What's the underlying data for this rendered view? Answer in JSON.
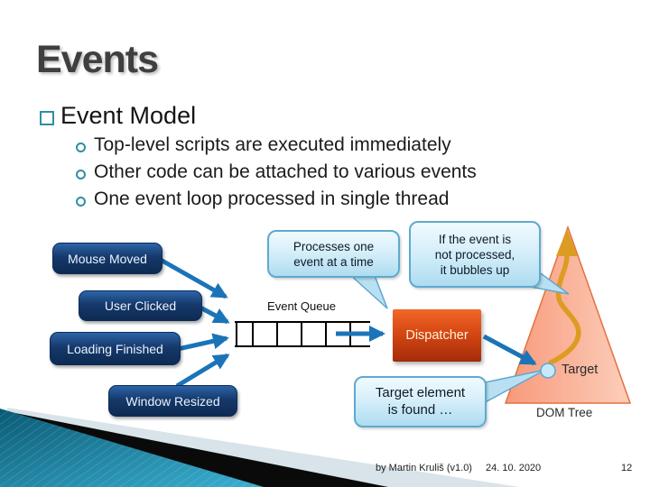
{
  "slide": {
    "title": "Events",
    "heading": "Event Model",
    "bullets": [
      "Top-level scripts are executed immediately",
      "Other code can be attached to various events",
      "One event loop processed in single thread"
    ]
  },
  "diagram": {
    "sources": [
      "Mouse Moved",
      "User Clicked",
      "Loading Finished",
      "Window Resized"
    ],
    "queue_label": "Event Queue",
    "dispatcher_label": "Dispatcher",
    "callout_processes": [
      "Processes one",
      "event at a time"
    ],
    "callout_bubbles": [
      "If the event is",
      "not processed,",
      "it bubbles up"
    ],
    "callout_target": [
      "Target element",
      "is found …"
    ],
    "target_label": "Target",
    "dom_tree_label": "DOM Tree"
  },
  "footer": {
    "author": "by Martin Kruliš (v1.0)",
    "date": "24. 10. 2020",
    "page": "12"
  },
  "colors": {
    "arrow_blue": "#1b74b8",
    "source_box_navy": "#11325f",
    "callout_light_blue": "#b9e0f2",
    "dispatcher_red": "#d64813",
    "triangle_salmon": "#f8997a",
    "bubble_arrow_gold": "#dc9c22",
    "bullet_teal": "#2f8fa3",
    "title_gray": "#3f3f3f"
  }
}
